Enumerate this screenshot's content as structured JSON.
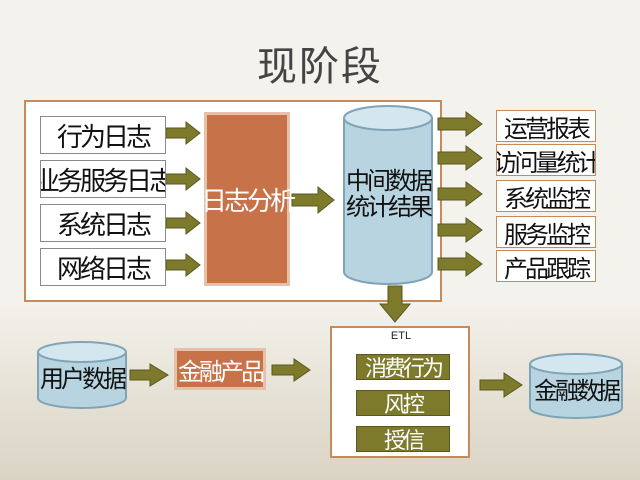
{
  "title": "现阶段",
  "logs": [
    "行为日志",
    "业务服务日志",
    "系统日志",
    "网络日志"
  ],
  "analysis": "日志分析",
  "storage": {
    "line1": "中间数据",
    "line2": "统计结果"
  },
  "outputs": [
    "运营报表",
    "访问量统计",
    "系统监控",
    "服务监控",
    "产品跟踪"
  ],
  "user_data": "用户数据",
  "finance_product": "金融产品",
  "etl_label": "ETL",
  "etl_items": [
    "消费行为",
    "风控",
    "授信"
  ],
  "finance_data": "金融数据",
  "colors": {
    "accent_orange": "#c8724a",
    "arrow_olive": "#7e7a2c",
    "frame": "#c98a5a",
    "cylinder": "#b8d4e0"
  }
}
